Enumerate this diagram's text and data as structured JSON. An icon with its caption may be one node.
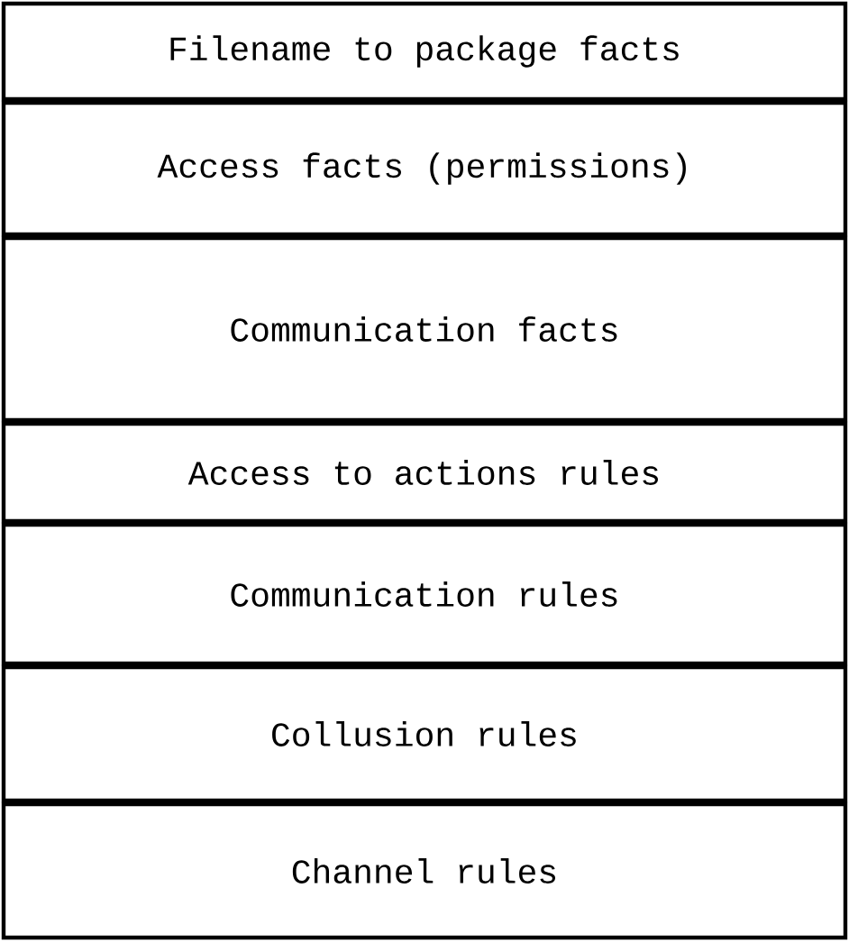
{
  "diagram": {
    "nodes": [
      {
        "text": [
          "Filename to package facts"
        ]
      },
      {
        "text": [
          "Access facts (permissions)"
        ]
      },
      {
        "text": [
          "Communication facts"
        ]
      },
      {
        "text": [
          "Access to actions rules"
        ]
      },
      {
        "text": [
          "Communication rules"
        ]
      },
      {
        "text": [
          "Collusion rules"
        ]
      },
      {
        "text": [
          "Channel rules"
        ]
      }
    ]
  }
}
